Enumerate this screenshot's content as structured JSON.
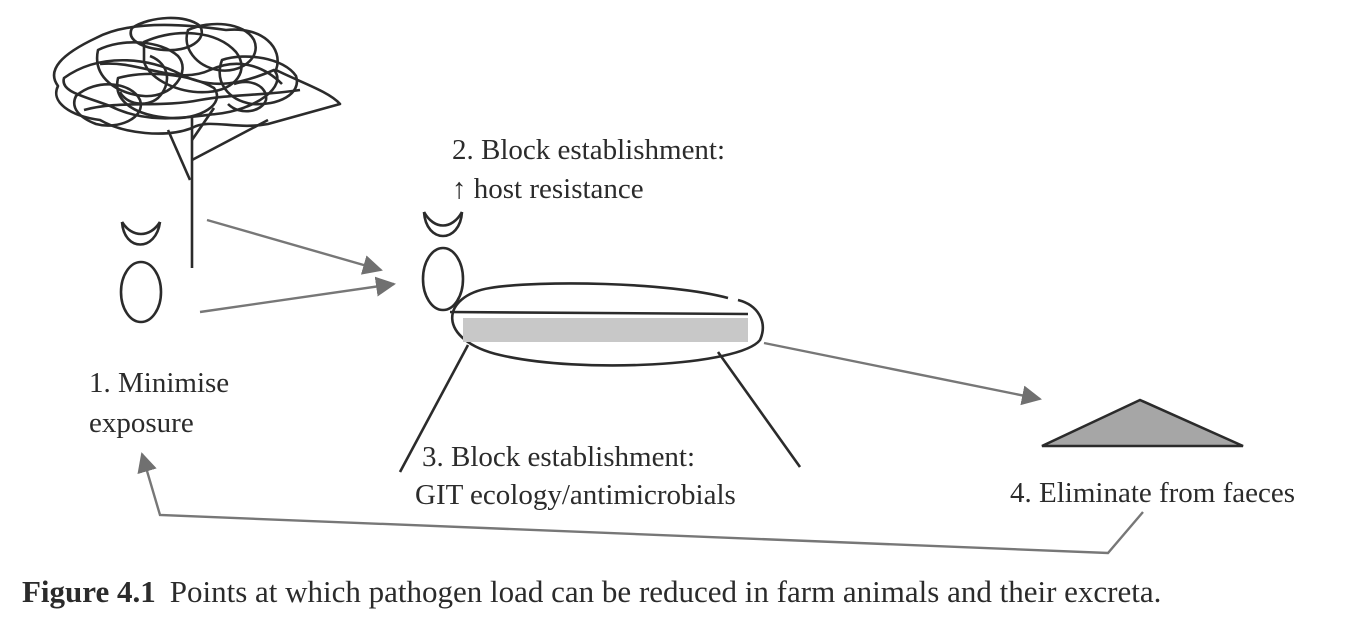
{
  "steps": {
    "step1": {
      "line1": "1. Minimise",
      "line2": "exposure"
    },
    "step2": {
      "line1": "2. Block establishment:",
      "line2": "↑ host resistance"
    },
    "step3": {
      "line1": "3. Block establishment:",
      "line2": "GIT ecology/antimicrobials"
    },
    "step4": {
      "line1": "4. Eliminate from faeces"
    }
  },
  "caption": {
    "figure_number": "Figure 4.1",
    "text": "Points at which pathogen load can be reduced in farm animals and their excreta."
  },
  "colors": {
    "ink": "#2b2b2b",
    "arrow": "#777777",
    "gut_band": "#c8c8c8",
    "faeces_fill": "#a6a6a6"
  },
  "icons": [
    "tree-icon",
    "animal-icon",
    "gut-icon",
    "faeces-heap-icon"
  ]
}
